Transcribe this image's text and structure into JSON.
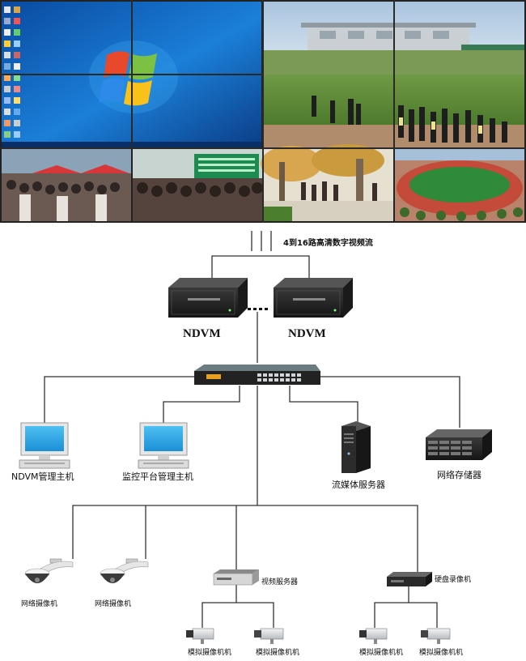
{
  "video_wall": {
    "tiles": [
      {
        "name": "windows-desktop",
        "kind": "desktop"
      },
      {
        "name": "stadium-field",
        "kind": "stadium"
      },
      {
        "name": "crowd-event",
        "kind": "crowd"
      },
      {
        "name": "ticket-hall",
        "kind": "hall"
      },
      {
        "name": "tree-path",
        "kind": "trees"
      },
      {
        "name": "running-track",
        "kind": "track"
      }
    ]
  },
  "stream_label": "4到16路高清数字视频流",
  "ndvm_units": [
    {
      "label": "NDVM"
    },
    {
      "label": "NDVM"
    }
  ],
  "network_nodes": {
    "ndvm_host": "NDVM管理主机",
    "monitor_host": "监控平台管理主机",
    "media_server": "流媒体服务器",
    "storage": "网络存储器"
  },
  "edge_devices": {
    "ip_camera_1": "网络摄像机",
    "ip_camera_2": "网络摄像机",
    "video_server": "视频服务器",
    "dvr": "硬盘录像机"
  },
  "analog_cameras": [
    "模拟摄像机机",
    "模拟摄像机机",
    "模拟摄像机机",
    "模拟摄像机机"
  ],
  "colors": {
    "line": "#333333",
    "screen_blue": "#2aa0e6",
    "device_dark": "#2b2b2b",
    "desktop_blue": "#1160b8"
  }
}
